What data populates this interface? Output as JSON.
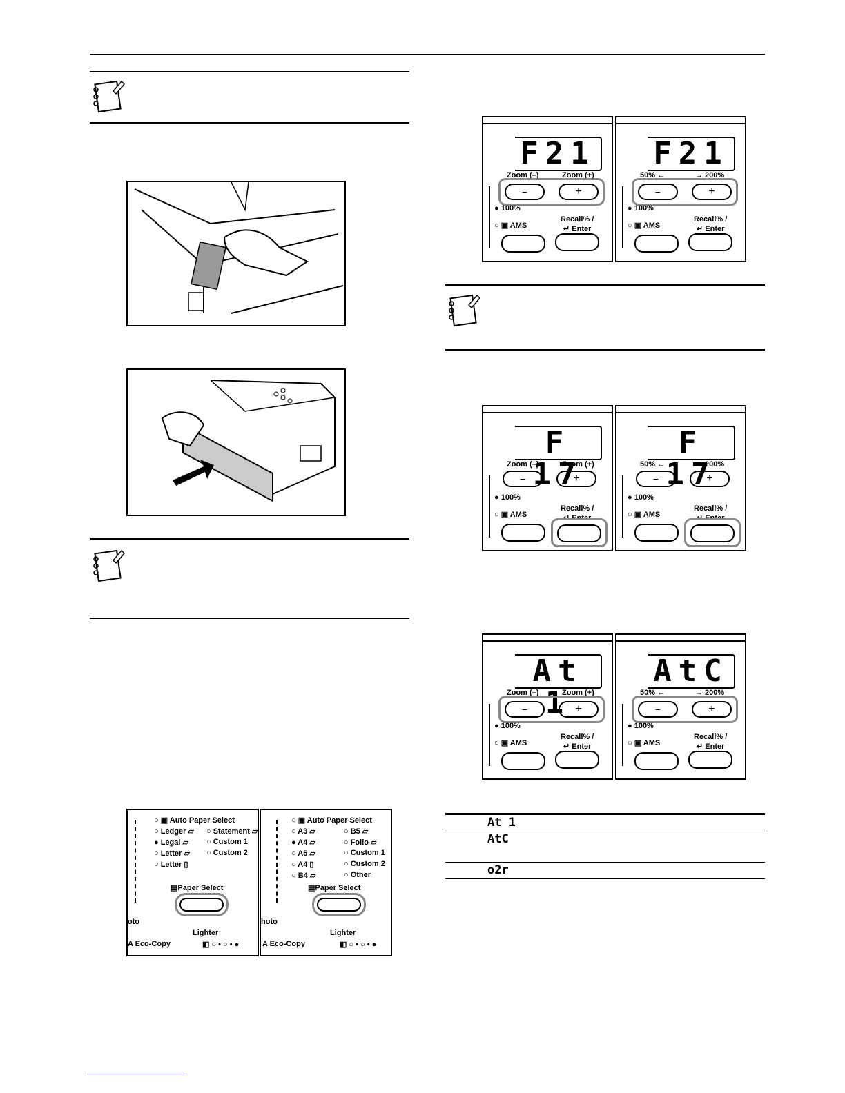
{
  "panels": {
    "f21": {
      "display": "F21",
      "left": {
        "zoom_minus": "Zoom (–)",
        "zoom_plus": "Zoom (+)"
      },
      "right": {
        "zoom_minus": "50% ←",
        "zoom_plus": "→ 200%"
      }
    },
    "f17": {
      "display": "F 17",
      "left": {
        "zoom_minus": "Zoom (–)",
        "zoom_plus": "Zoom (+)"
      },
      "right": {
        "zoom_minus": "50% ←",
        "zoom_plus": "→ 200%"
      }
    },
    "at": {
      "display_left": "At 1",
      "display_right": "AtC",
      "left": {
        "zoom_minus": "Zoom (–)",
        "zoom_plus": "Zoom (+)"
      },
      "right": {
        "zoom_minus": "50% ←",
        "zoom_plus": "→ 200%"
      }
    },
    "common": {
      "p100": "100%",
      "ams": "AMS",
      "recall": "Recall% /",
      "enter": "Enter"
    }
  },
  "paper_select": {
    "left": {
      "auto": "Auto Paper Select",
      "col1": [
        "Ledger",
        "Legal",
        "Letter",
        "Letter"
      ],
      "col2": [
        "Statement",
        "Custom 1",
        "Custom 2"
      ],
      "button": "Paper Select",
      "photo": "oto",
      "lighter": "Lighter",
      "eco": "Eco-Copy"
    },
    "right": {
      "auto": "Auto Paper Select",
      "col1": [
        "A3",
        "A4",
        "A5",
        "A4",
        "B4"
      ],
      "col2": [
        "B5",
        "Folio",
        "Custom 1",
        "Custom 2",
        "Other"
      ],
      "button": "Paper Select",
      "photo": "hoto",
      "lighter": "Lighter",
      "eco": "Eco-Copy"
    }
  },
  "codes_table": [
    "At 1",
    "AtC",
    "o2r"
  ],
  "icons": [
    "notepad-icon",
    "notepad-icon",
    "notepad-icon"
  ]
}
